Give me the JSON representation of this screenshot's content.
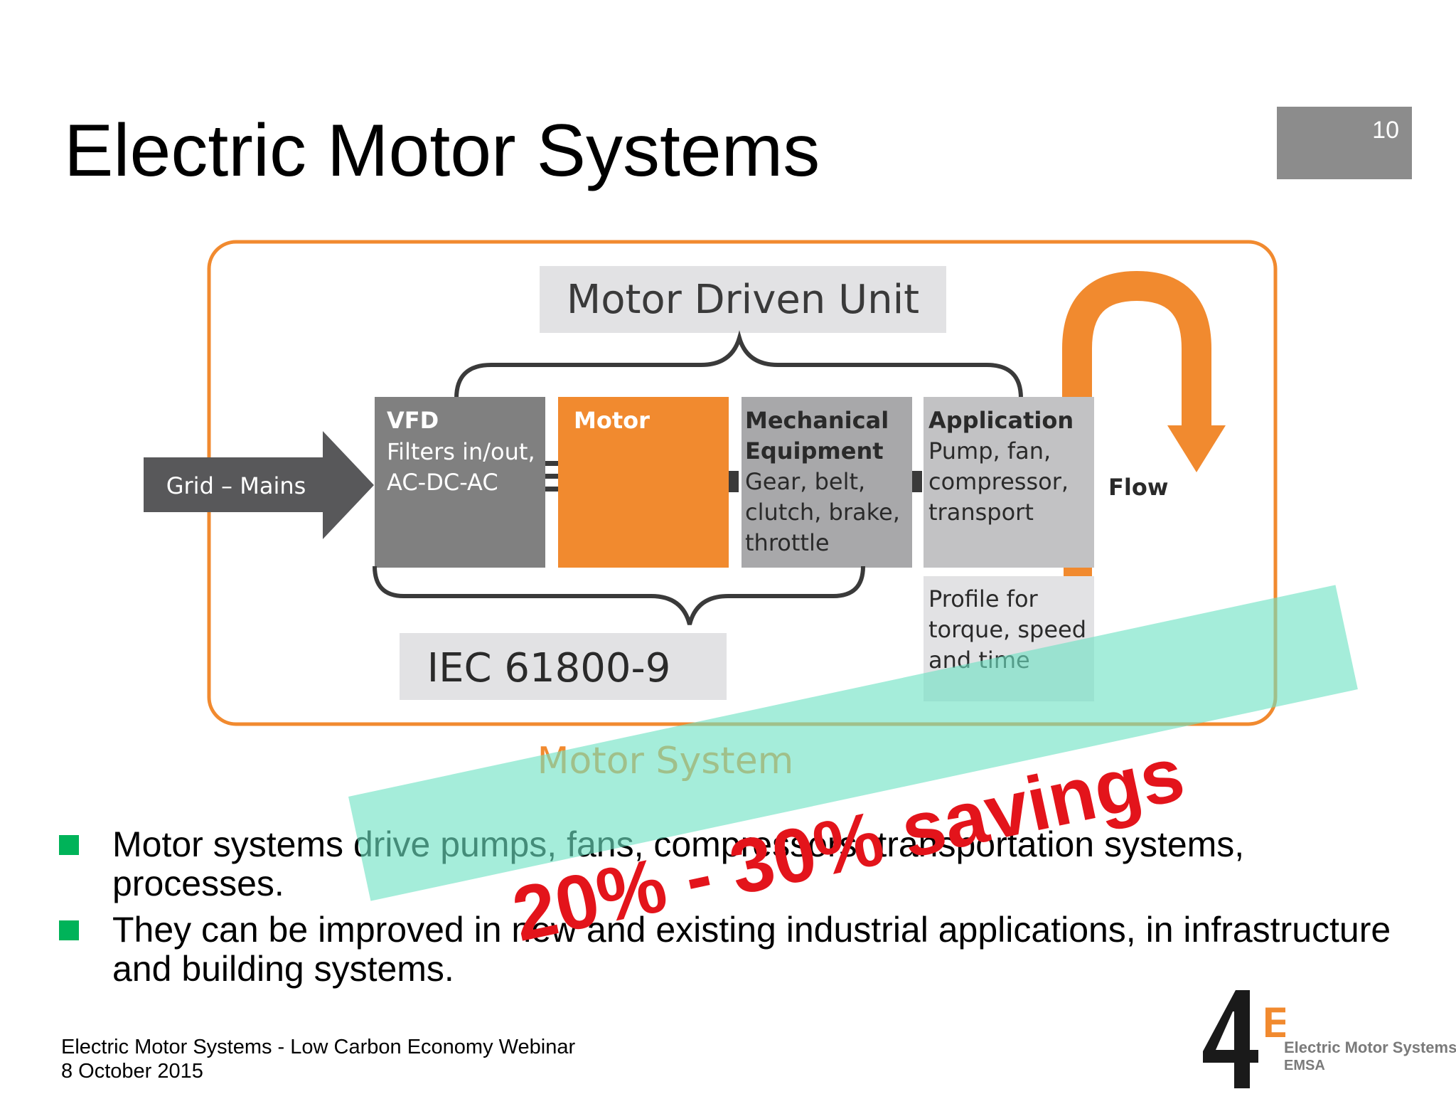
{
  "slide": {
    "title": "Electric Motor Systems",
    "page_number": "10"
  },
  "diagram": {
    "motor_driven_unit_label": "Motor Driven Unit",
    "grid_label": "Grid – Mains",
    "vfd": {
      "heading": "VFD",
      "lines": [
        "Filters in/out,",
        "AC-DC-AC"
      ]
    },
    "motor": {
      "heading": "Motor"
    },
    "mechanical": {
      "heading_lines": [
        "Mechanical",
        "Equipment"
      ],
      "lines": [
        "Gear, belt,",
        "clutch, brake,",
        "throttle"
      ]
    },
    "application": {
      "heading": "Application",
      "lines": [
        "Pump, fan,",
        "compressor,",
        "transport"
      ]
    },
    "profile_lines": [
      "Profile for",
      "torque, speed",
      "and time"
    ],
    "flow_label": "Flow",
    "iec_label": "IEC 61800-9",
    "motor_system_label": "Motor System",
    "colors": {
      "orange": "#f18a2f",
      "dark_gray": "#808080",
      "mid_gray": "#a8a8aa",
      "light_gray": "#c2c2c4",
      "label_bg": "#e2e2e4",
      "arrow_gray": "#58585a"
    }
  },
  "bullets": [
    {
      "line1": "Motor systems drive pumps, fans, compressors, transportation systems,",
      "line2": "processes."
    },
    {
      "line1": "They can be improved in new and existing industrial applications, in infrastructure",
      "line2": "and building systems."
    }
  ],
  "overlay": {
    "savings_text": "20% - 30% savings"
  },
  "footer": {
    "line1": "Electric Motor Systems - Low Carbon Economy Webinar",
    "line2": "8 October 2015"
  },
  "logo": {
    "mark": "4E",
    "line1": "Electric Motor Systems",
    "line2": "EMSA"
  }
}
